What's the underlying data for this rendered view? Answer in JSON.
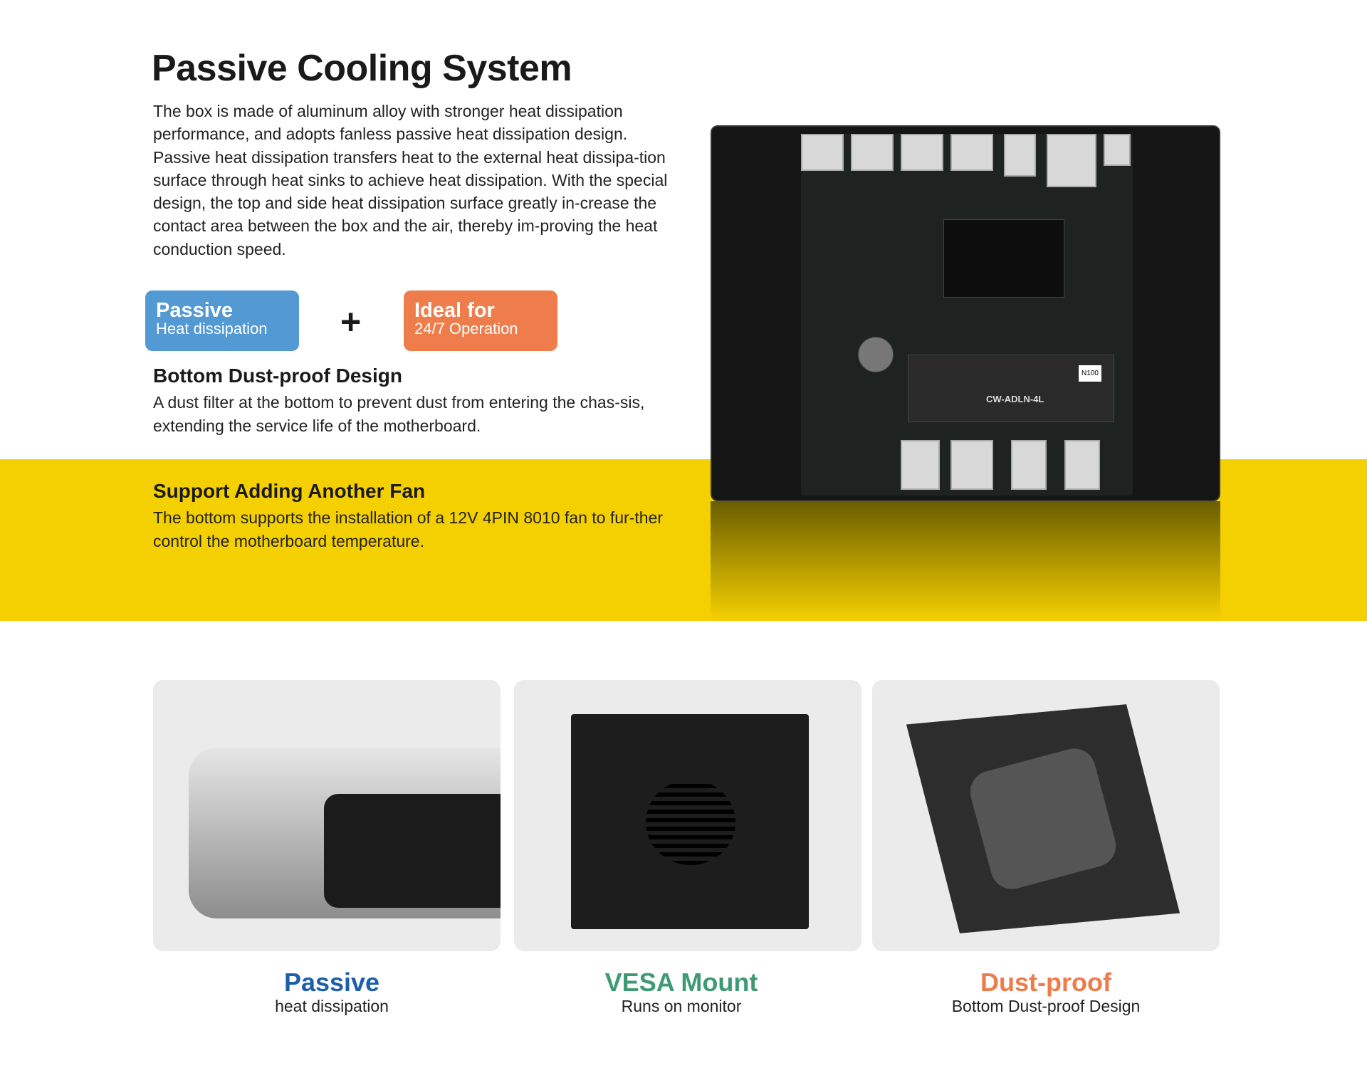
{
  "title": "Passive Cooling System",
  "intro": "The box is made of aluminum alloy with stronger heat dissipation performance, and adopts fanless passive heat dissipation design. Passive heat dissipation transfers heat to the external heat dissipa-tion surface through heat sinks to achieve heat dissipation. With the special design, the top and side heat dissipation surface greatly in-crease the contact area between the box and the air, thereby im-proving the heat conduction speed.",
  "badges": [
    {
      "title": "Passive",
      "subtitle": "Heat dissipation",
      "color": "#5399d4"
    },
    {
      "title": "Ideal for",
      "subtitle": "24/7 Operation",
      "color": "#ef7d4c"
    }
  ],
  "plus": "+",
  "sections": [
    {
      "heading": "Bottom Dust-proof Design",
      "text": "A dust filter at the bottom to prevent dust from entering the chas-sis, extending the service life of the motherboard."
    },
    {
      "heading": "Support Adding Another Fan",
      "text": "The bottom supports the installation of a 12V 4PIN 8010 fan to fur-ther control the motherboard temperature."
    }
  ],
  "board_labels": {
    "model": "CW-ADLN-4L",
    "cpu": "N100"
  },
  "features": [
    {
      "title": "Passive",
      "subtitle": "heat dissipation",
      "color": "#1b5fa8"
    },
    {
      "title": "VESA Mount",
      "subtitle": "Runs on monitor",
      "color": "#3d9a72"
    },
    {
      "title": "Dust-proof",
      "subtitle": "Bottom Dust-proof Design",
      "color": "#ee7b4a"
    }
  ]
}
